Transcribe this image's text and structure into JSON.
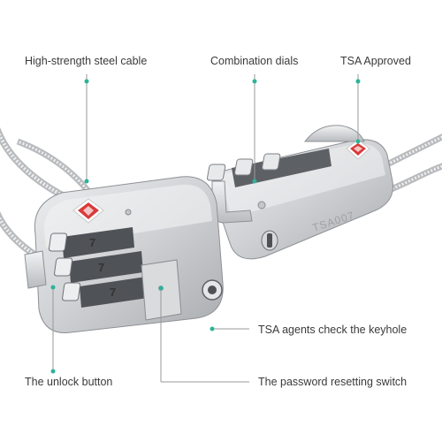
{
  "callouts": {
    "cable": "High-strength steel cable",
    "dials": "Combination dials",
    "tsa_approved": "TSA Approved",
    "keyhole": "TSA agents check the keyhole",
    "unlock_button": "The unlock button",
    "reset_switch": "The password resetting switch"
  },
  "lock_back": {
    "engraving": "TSA007"
  },
  "lock_front": {
    "dial_digits": [
      "7",
      "7",
      "7"
    ]
  },
  "colors": {
    "accent_dot": "#2bb39a",
    "leader_line": "#9a9a9a",
    "tsa_red": "#d93a3a",
    "lock_silver": "#cfd1d4"
  },
  "icons": [
    "tsa-diamond-icon",
    "tsa-diamond-icon"
  ]
}
